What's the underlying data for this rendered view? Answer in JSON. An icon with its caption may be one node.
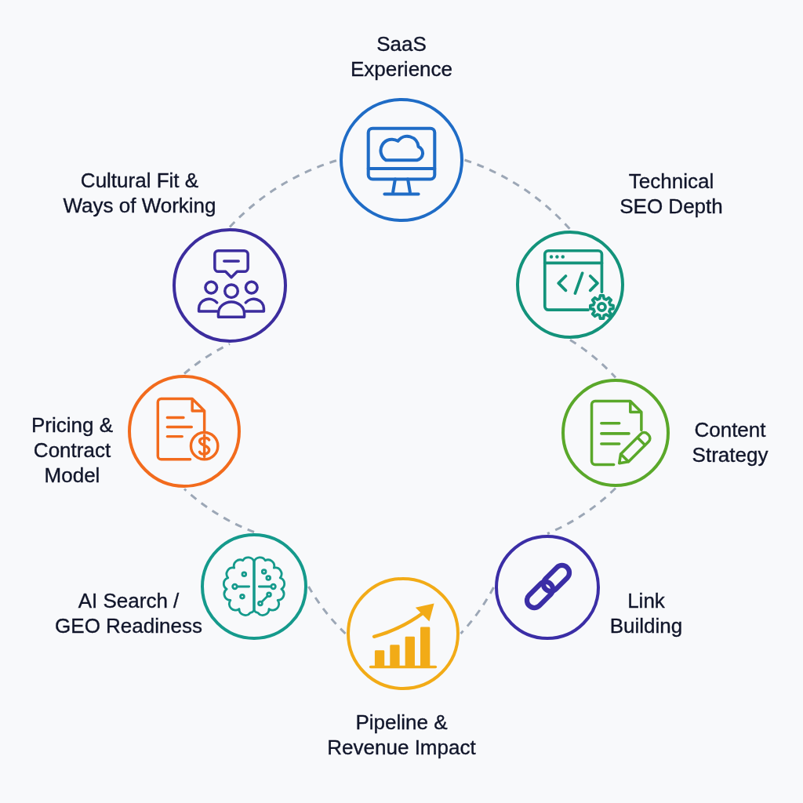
{
  "diagram": {
    "nodes": [
      {
        "text": [
          "SaaS Experience"
        ]
      },
      {
        "text": [
          "Technical SEO Depth"
        ]
      },
      {
        "text": [
          "Content Strategy"
        ]
      },
      {
        "text": [
          "Link Building"
        ]
      },
      {
        "text": [
          "Pipeline & Revenue Impact"
        ]
      },
      {
        "text": [
          "AI Search / GEO Readiness"
        ]
      },
      {
        "text": [
          "Pricing & Contract Model"
        ]
      },
      {
        "text": [
          "Cultural Fit & Ways of Working"
        ]
      }
    ],
    "edges": [
      {
        "from": 0,
        "to": 1,
        "arrow": "none",
        "style": "dashed"
      },
      {
        "from": 1,
        "to": 2,
        "arrow": "none",
        "style": "dashed"
      },
      {
        "from": 2,
        "to": 3,
        "arrow": "none",
        "style": "dashed"
      },
      {
        "from": 3,
        "to": 4,
        "arrow": "none",
        "style": "dashed"
      },
      {
        "from": 4,
        "to": 5,
        "arrow": "none",
        "style": "dashed"
      },
      {
        "from": 5,
        "to": 6,
        "arrow": "none",
        "style": "dashed"
      },
      {
        "from": 6,
        "to": 7,
        "arrow": "none",
        "style": "dashed"
      },
      {
        "from": 7,
        "to": 0,
        "arrow": "none",
        "style": "dashed"
      }
    ]
  }
}
